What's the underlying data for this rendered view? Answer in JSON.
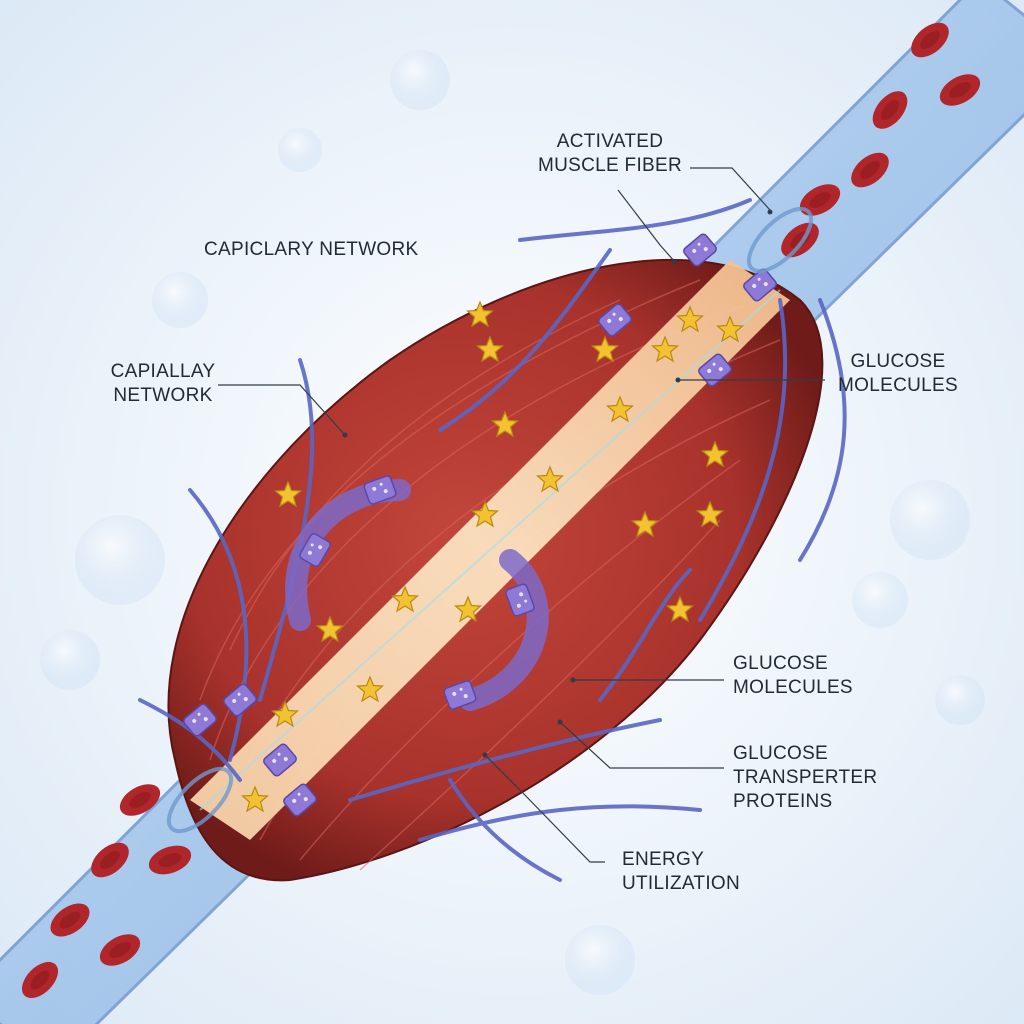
{
  "labels": {
    "activated_muscle_fiber": [
      "ACTIVATED",
      "MUSCLE FIBER"
    ],
    "capillary_network_top": "CAPICLARY NETWORK",
    "capillary_network_left": [
      "CAPIALLAY",
      "NETWORK"
    ],
    "glucose_molecules_right": [
      "GLUCOSE",
      "MOLECULES"
    ],
    "glucose_molecules_lower": [
      "GLUCOSE",
      "MOLECULES"
    ],
    "glucose_transporter_proteins": [
      "GLUCOSE",
      "TRANSPERTER",
      "PROTEINS"
    ],
    "energy_utilization": [
      "ENERGY",
      "UTILIZATION"
    ]
  },
  "colors": {
    "muscle": "#a8322c",
    "muscle_dark": "#7a1f1c",
    "vessel": "#8fb8e6",
    "capillary": "#5a66c4",
    "transporter": "#8e7ad6",
    "glucose": "#f2c230",
    "core": "#f6c79a",
    "blood_cell": "#b0262a"
  }
}
